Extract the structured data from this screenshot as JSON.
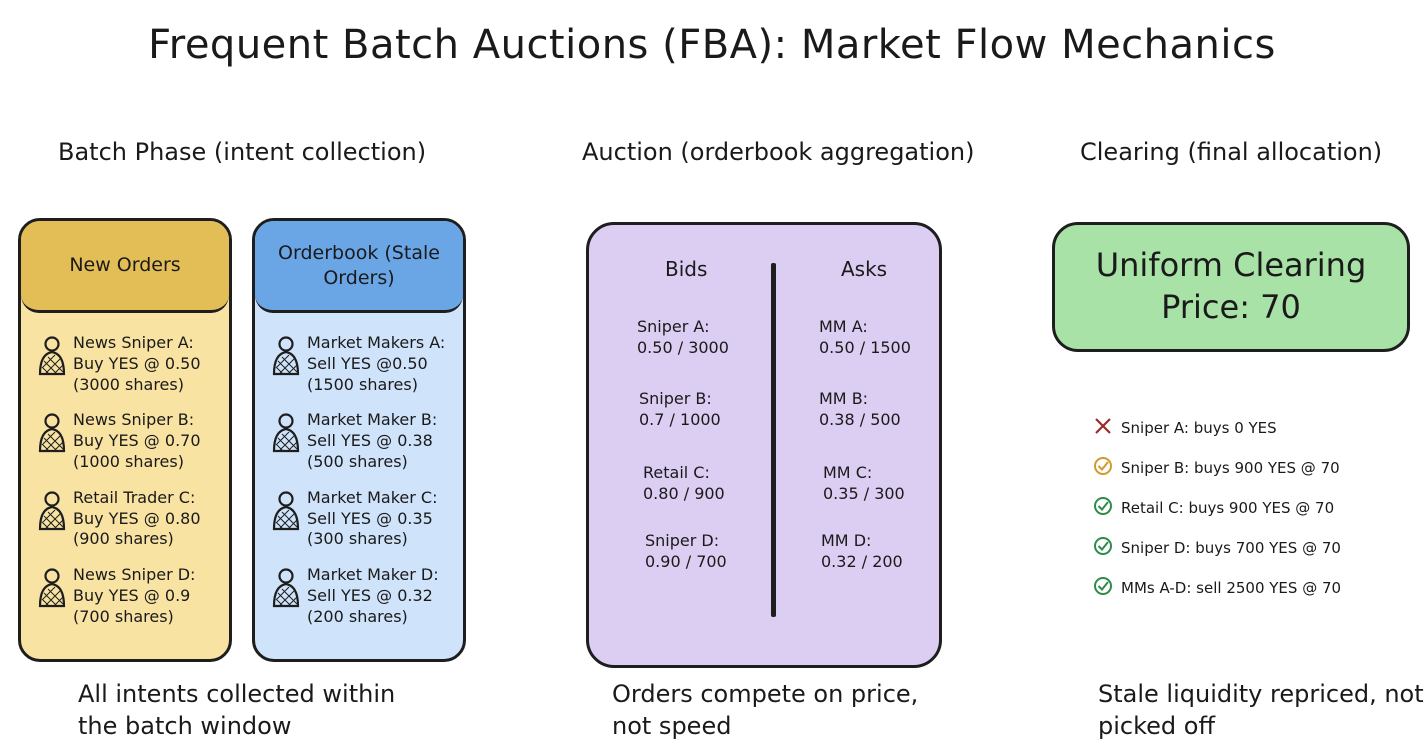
{
  "title": "Frequent Batch Auctions (FBA): Market Flow Mechanics",
  "phases": {
    "batch": "Batch Phase (intent collection)",
    "auction": "Auction (orderbook aggregation)",
    "clearing": "Clearing (final allocation)"
  },
  "new_orders": {
    "header": "New Orders",
    "items": [
      {
        "lines": [
          "News Sniper A:",
          "Buy YES @ 0.50",
          "(3000 shares)"
        ]
      },
      {
        "lines": [
          "News Sniper B:",
          "Buy YES @ 0.70",
          "(1000 shares)"
        ]
      },
      {
        "lines": [
          "Retail Trader C:",
          "Buy YES @ 0.80",
          "(900 shares)"
        ]
      },
      {
        "lines": [
          "News Sniper D:",
          "Buy YES @ 0.9",
          "(700 shares)"
        ]
      }
    ]
  },
  "stale_orders": {
    "header_line1": "Orderbook (Stale",
    "header_line2": "Orders)",
    "items": [
      {
        "lines": [
          "Market Makers A:",
          "Sell YES @0.50",
          "(1500 shares)"
        ]
      },
      {
        "lines": [
          "Market Maker B:",
          "Sell YES @ 0.38",
          "(500 shares)"
        ]
      },
      {
        "lines": [
          "Market Maker C:",
          "Sell YES @ 0.35",
          "(300 shares)"
        ]
      },
      {
        "lines": [
          "Market Maker D:",
          "Sell YES @ 0.32",
          "(200 shares)"
        ]
      }
    ]
  },
  "auction": {
    "bids_label": "Bids",
    "asks_label": "Asks",
    "bids": [
      {
        "name": "Sniper A:",
        "value": "0.50 / 3000"
      },
      {
        "name": "Sniper B:",
        "value": "0.7 / 1000"
      },
      {
        "name": "Retail C:",
        "value": "0.80 / 900"
      },
      {
        "name": "Sniper D:",
        "value": "0.90 / 700"
      }
    ],
    "asks": [
      {
        "name": "MM A:",
        "value": "0.50 / 1500"
      },
      {
        "name": "MM B:",
        "value": "0.38 / 500"
      },
      {
        "name": "MM C:",
        "value": "0.35 / 300"
      },
      {
        "name": "MM D:",
        "value": "0.32 / 200"
      }
    ]
  },
  "clearing": {
    "price_line1": "Uniform Clearing",
    "price_line2": "Price: 70",
    "results": [
      {
        "icon": "x-icon",
        "color": "#9b2a2a",
        "text": "Sniper A: buys 0 YES"
      },
      {
        "icon": "check-circle-icon",
        "color": "#d19a2a",
        "text": "Sniper B: buys 900 YES @ 70"
      },
      {
        "icon": "check-circle-icon",
        "color": "#2e8b4a",
        "text": "Retail C: buys 900 YES @ 70"
      },
      {
        "icon": "check-circle-icon",
        "color": "#2e8b4a",
        "text": "Sniper D: buys 700 YES @ 70"
      },
      {
        "icon": "check-circle-icon",
        "color": "#2e8b4a",
        "text": "MMs A-D: sell 2500 YES @ 70"
      }
    ]
  },
  "captions": {
    "batch_line1": "All intents collected within",
    "batch_line2": "the batch window",
    "auction_line1": "Orders compete on price,",
    "auction_line2": "not speed",
    "clearing_line1": "Stale liquidity repriced, not",
    "clearing_line2": "picked off"
  },
  "colors": {
    "new_orders_fill": "#f8e3a3",
    "new_orders_header": "#e3bd56",
    "stale_orders_fill": "#cfe3fa",
    "stale_orders_header": "#6aa6e6",
    "auction_fill": "#dccdf2",
    "clearing_fill": "#a9e2a6"
  }
}
